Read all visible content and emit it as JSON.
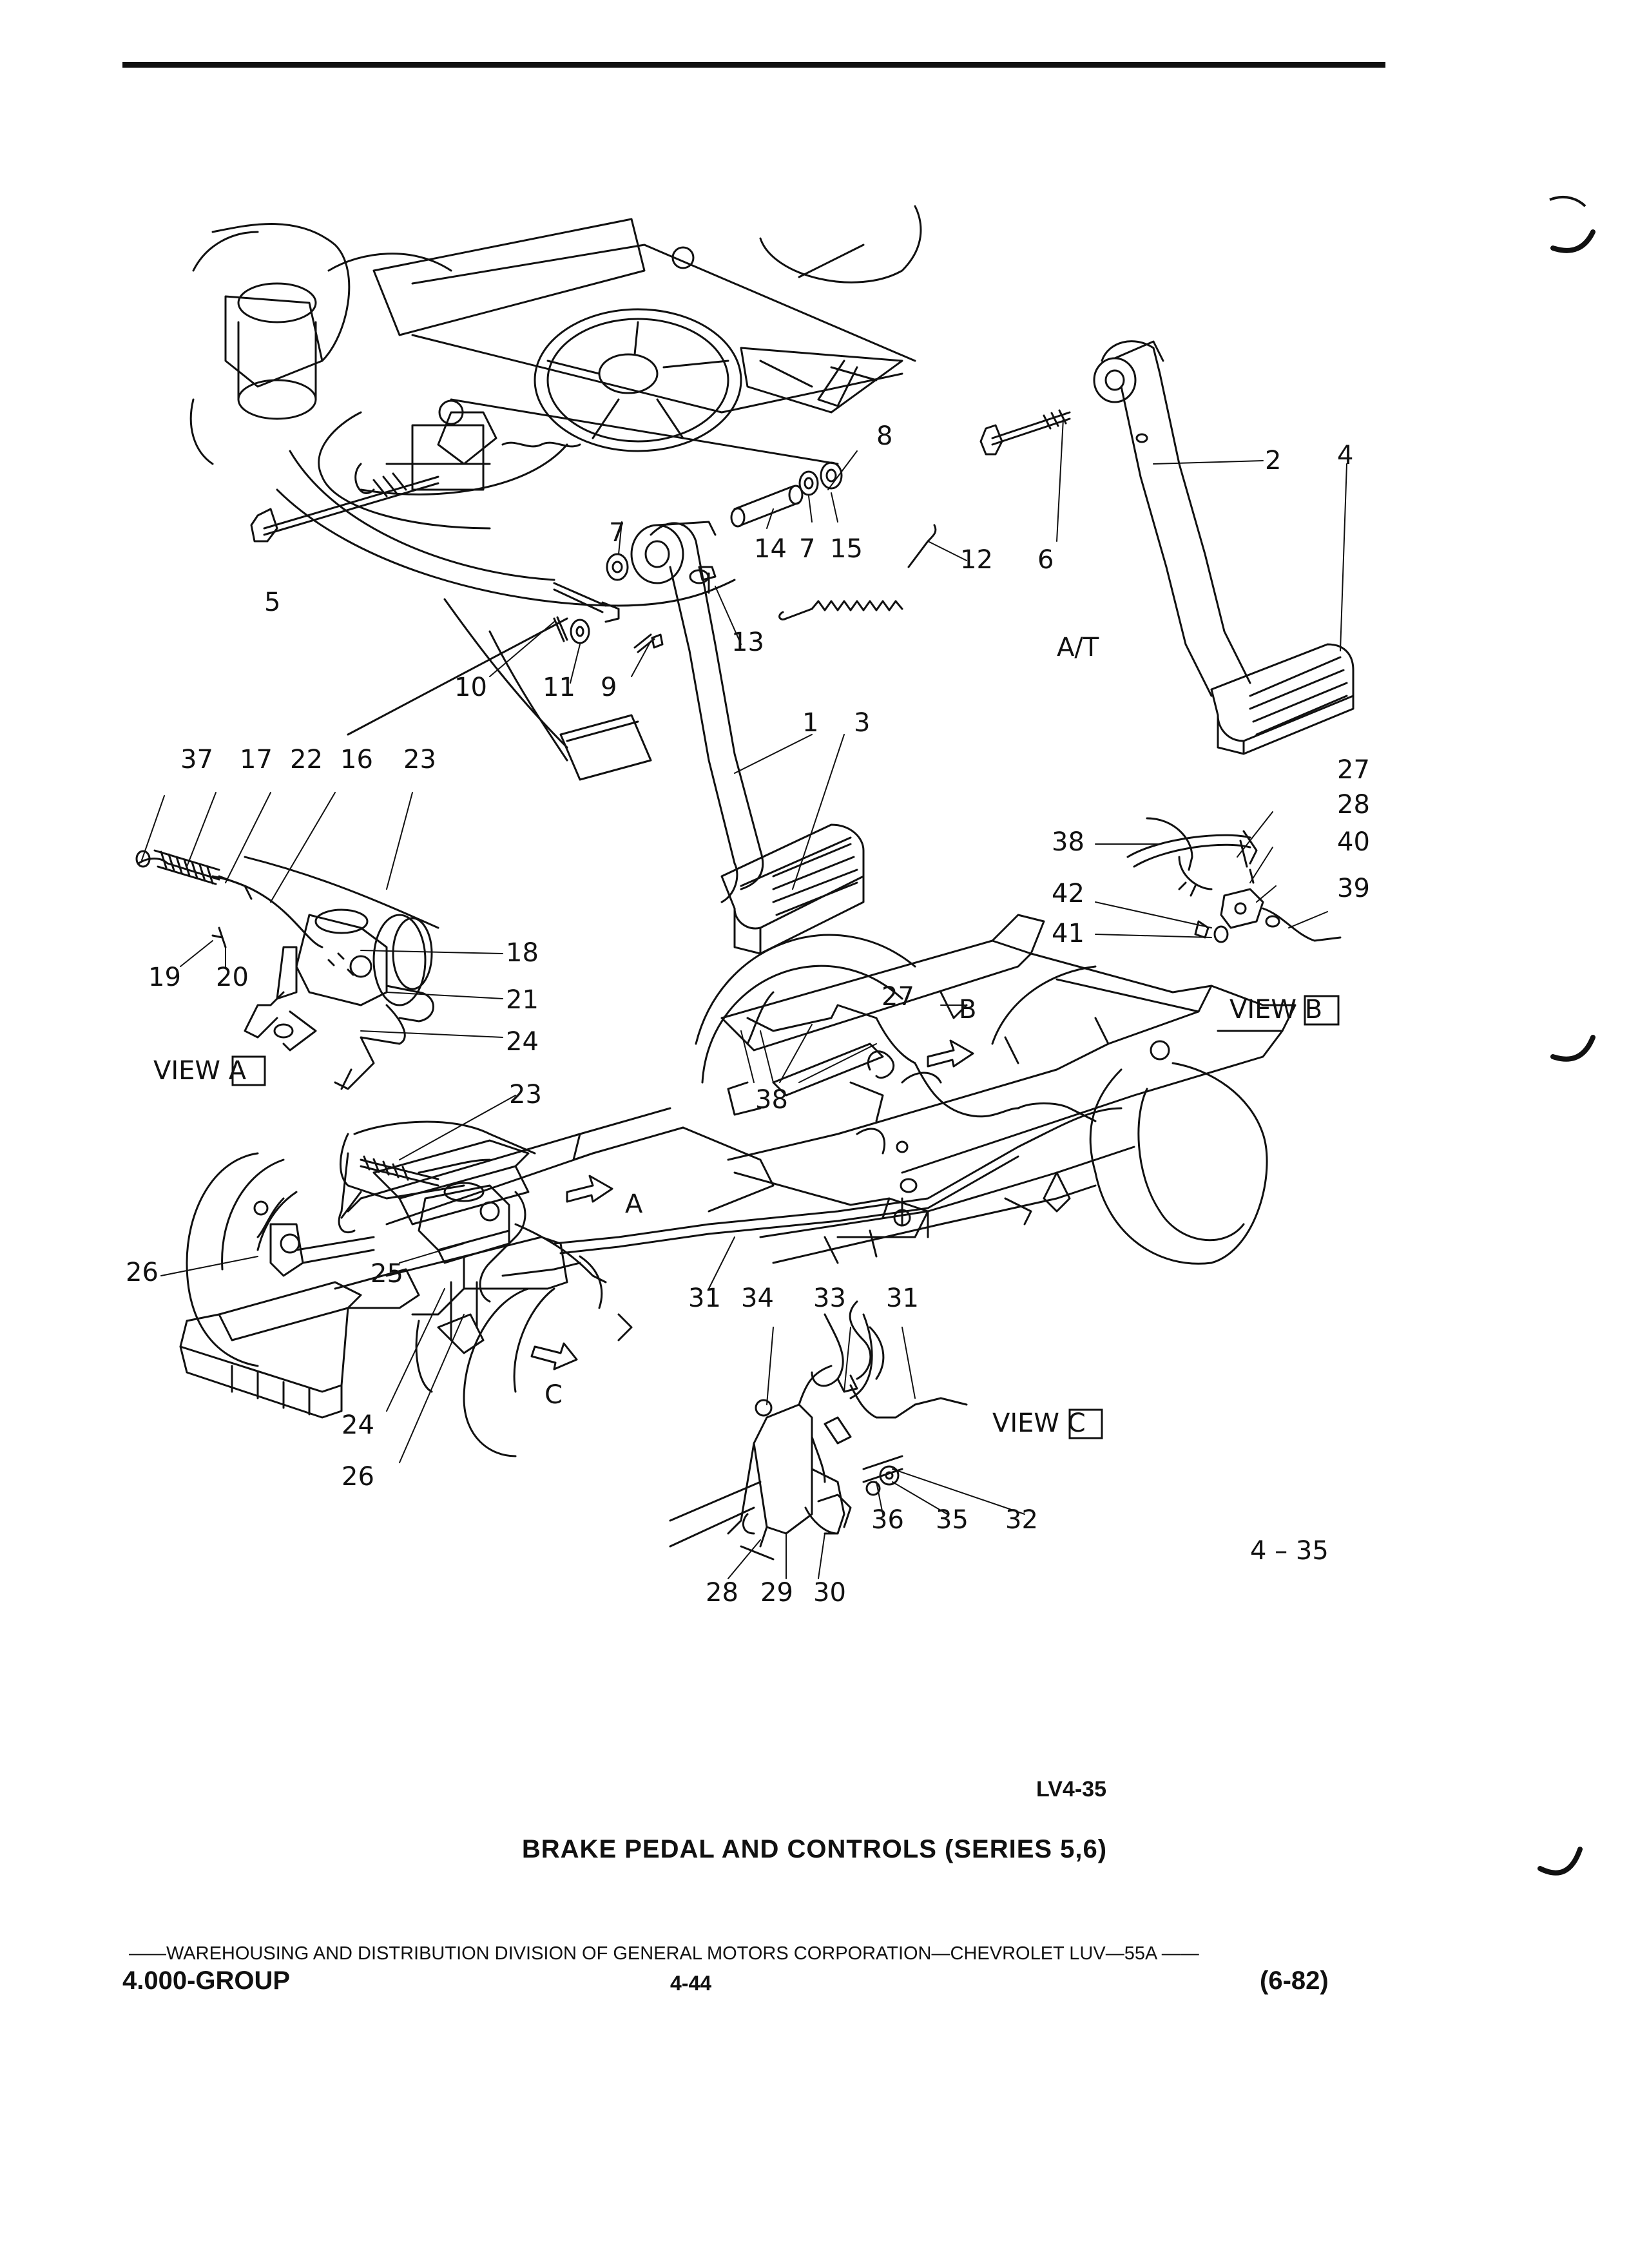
{
  "figure_id": "4 – 35",
  "sheet_code": "LV4-35",
  "caption": "BRAKE PEDAL AND CONTROLS (SERIES 5,6)",
  "footer": {
    "division_line": "——WAREHOUSING AND DISTRIBUTION  DIVISION OF GENERAL MOTORS CORPORATION—CHEVROLET LUV—55A  ——",
    "group": "4.000-GROUP",
    "page": "4-44",
    "date": "(6-82)"
  },
  "views": {
    "view_a": "VIEW A",
    "view_b": "VIEW B",
    "view_c": "VIEW C",
    "arrow_a": "A",
    "arrow_b": "B",
    "arrow_c": "C",
    "at": "A/T"
  },
  "callouts": {
    "c1": "1",
    "c2": "2",
    "c3_upper": "3",
    "c4": "4",
    "c5": "5",
    "c6": "6",
    "c7_left": "7",
    "c7_right": "7",
    "c8": "8",
    "c9": "9",
    "c10": "10",
    "c11": "11",
    "c12": "12",
    "c13": "13",
    "c14": "14",
    "c15": "15",
    "c16": "16",
    "c17": "17",
    "c18": "18",
    "c19": "19",
    "c20": "20",
    "c21": "21",
    "c22": "22",
    "c23_top": "23",
    "c23_mid": "23",
    "c24_a": "24",
    "c24_b": "24",
    "c25": "25",
    "c26_a": "26",
    "c26_b": "26",
    "c27_top": "27",
    "c27_frame": "27",
    "c28_top": "28",
    "c28_bottom": "28",
    "c29": "29",
    "c30": "30",
    "c31_a": "31",
    "c31_b": "31",
    "c32": "32",
    "c33": "33",
    "c34": "34",
    "c35": "35",
    "c36": "36",
    "c37": "37",
    "c38_top": "38",
    "c38_frame": "38",
    "c39": "39",
    "c40": "40",
    "c41": "41",
    "c42": "42"
  }
}
